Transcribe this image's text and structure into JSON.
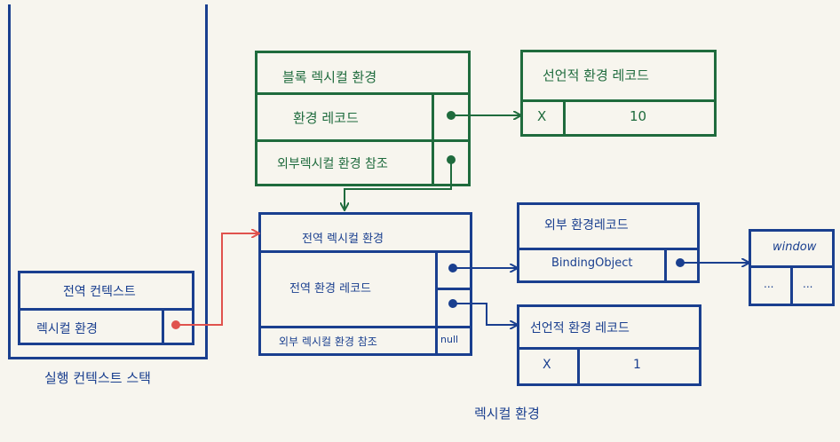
{
  "stack": {
    "caption": "실행 컨텍스트 스택",
    "global_context": {
      "title": "전역 컨텍스트",
      "lexical_env": "렉시컬 환경"
    }
  },
  "block_env": {
    "title": "블록 렉시컬 환경",
    "env_record": "환경 레코드",
    "outer_ref": "외부렉시컬 환경 참조"
  },
  "block_decl_record": {
    "title": "선언적 환경 레코드",
    "key": "X",
    "value": "10"
  },
  "global_env": {
    "title": "전역 렉시컬 환경",
    "env_record": "전역 환경 레코드",
    "outer_ref": "외부 렉시컬 환경 참조",
    "outer_value": "null"
  },
  "object_record": {
    "title": "외부 환경레코드",
    "binding": "BindingObject"
  },
  "window_box": {
    "title": "window",
    "cell1": "...",
    "cell2": "..."
  },
  "global_decl_record": {
    "title": "선언적 환경 레코드",
    "key": "X",
    "value": "1"
  },
  "footer_label": "렉시컬 환경",
  "colors": {
    "blue": "#1a3f8f",
    "green": "#1f6b3d",
    "red": "#e0524d",
    "background": "#f7f5ee"
  }
}
